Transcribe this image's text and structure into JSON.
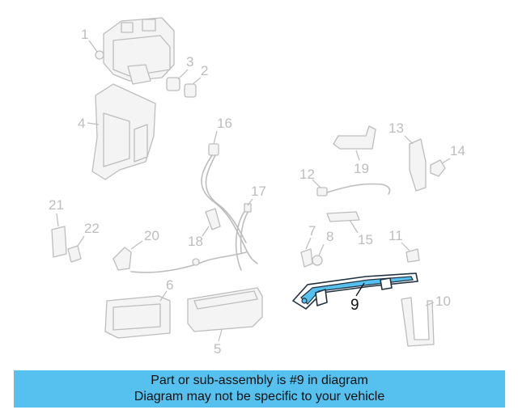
{
  "diagram": {
    "highlight_color": "#56c1ee",
    "highlighted_part": "9",
    "callouts": [
      "1",
      "2",
      "3",
      "4",
      "5",
      "6",
      "7",
      "8",
      "9",
      "10",
      "11",
      "12",
      "13",
      "14",
      "15",
      "16",
      "17",
      "18",
      "19",
      "20",
      "21",
      "22"
    ]
  },
  "banner": {
    "line1": "Part or sub-assembly is #9 in diagram",
    "line2": "Diagram may not be specific to your vehicle",
    "background": "#56c1ee"
  }
}
